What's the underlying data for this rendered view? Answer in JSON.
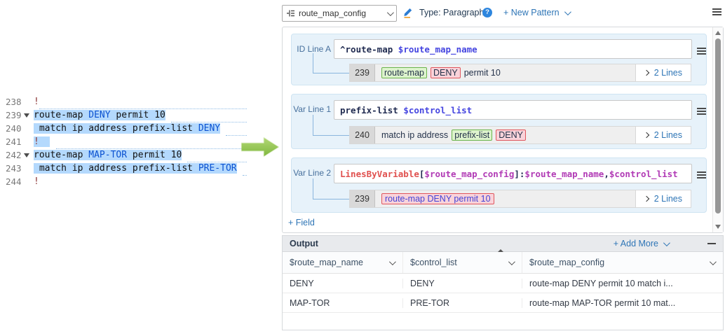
{
  "header": {
    "pattern_selector": {
      "value": "route_map_config"
    },
    "type_label": "Type: Paragraph",
    "help_icon": "?",
    "new_pattern_label": "+ New Pattern"
  },
  "colors": {
    "accent_blue": "#2e75b6",
    "card_background": "#e7f2fa",
    "match_green_bg": "#ddf3cd",
    "match_green_border": "#6cb54e",
    "match_pink_bg": "#f9d3da",
    "match_pink_border": "#e0575e",
    "selection_blue": "#b4d9fd",
    "variable_blue": "#4545e0",
    "variable_purple": "#b13ab5",
    "function_red": "#e0514f"
  },
  "editor": {
    "lines": [
      {
        "no": "238",
        "tokens": [
          {
            "text": "!"
          }
        ]
      },
      {
        "no": "239",
        "tokens": [
          {
            "text": "route-map "
          },
          {
            "text": "DENY"
          },
          {
            "text": " permit 10"
          }
        ]
      },
      {
        "no": "240",
        "tokens": [
          {
            "text": " match ip address prefix-list "
          },
          {
            "text": "DENY"
          }
        ]
      },
      {
        "no": "241",
        "tokens": [
          {
            "text": "!"
          },
          {
            "text": "  "
          }
        ]
      },
      {
        "no": "242",
        "tokens": [
          {
            "text": "route-map "
          },
          {
            "text": "MAP-TOR"
          },
          {
            "text": " permit 10"
          }
        ]
      },
      {
        "no": "243",
        "tokens": [
          {
            "text": " match ip address prefix-list "
          },
          {
            "text": "PRE-TOR"
          }
        ]
      },
      {
        "no": "244",
        "tokens": [
          {
            "text": "!"
          }
        ]
      }
    ]
  },
  "pattern": {
    "cards": [
      {
        "label": "ID Line A",
        "tokens": [
          {
            "text": "^route-map "
          },
          {
            "text": "$route_map_name"
          }
        ],
        "sample": {
          "line_no": "239",
          "segments": [
            {
              "text": "route-map"
            },
            {
              "text": "DENY"
            },
            {
              "text": "permit 10"
            }
          ],
          "expand_label": "2 Lines"
        }
      },
      {
        "label": "Var Line 1",
        "tokens": [
          {
            "text": "prefix-list "
          },
          {
            "text": "$control_list"
          }
        ],
        "sample": {
          "line_no": "240",
          "segments": [
            {
              "text": "match ip address"
            },
            {
              "text": "prefix-list"
            },
            {
              "text": "DENY"
            }
          ],
          "expand_label": "2 Lines"
        }
      },
      {
        "label": "Var Line 2",
        "tokens": [
          {
            "text": "LinesByVariable"
          },
          {
            "text": "["
          },
          {
            "text": "$route_map_config"
          },
          {
            "text": "]:"
          },
          {
            "text": "$route_map_name"
          },
          {
            "text": ","
          },
          {
            "text": "$control_list"
          }
        ],
        "sample": {
          "line_no": "239",
          "segments": [
            {
              "text": "route-map DENY permit 10"
            }
          ],
          "expand_label": "2 Lines"
        }
      }
    ],
    "add_field_label": "+ Field"
  },
  "output": {
    "title": "Output",
    "add_more_label": "+ Add More",
    "columns": [
      "$route_map_name",
      "$control_list",
      "$route_map_config"
    ],
    "rows": [
      [
        "DENY",
        "DENY",
        "route-map DENY permit 10 match i..."
      ],
      [
        "MAP-TOR",
        "PRE-TOR",
        "route-map MAP-TOR permit 10 mat..."
      ]
    ]
  }
}
